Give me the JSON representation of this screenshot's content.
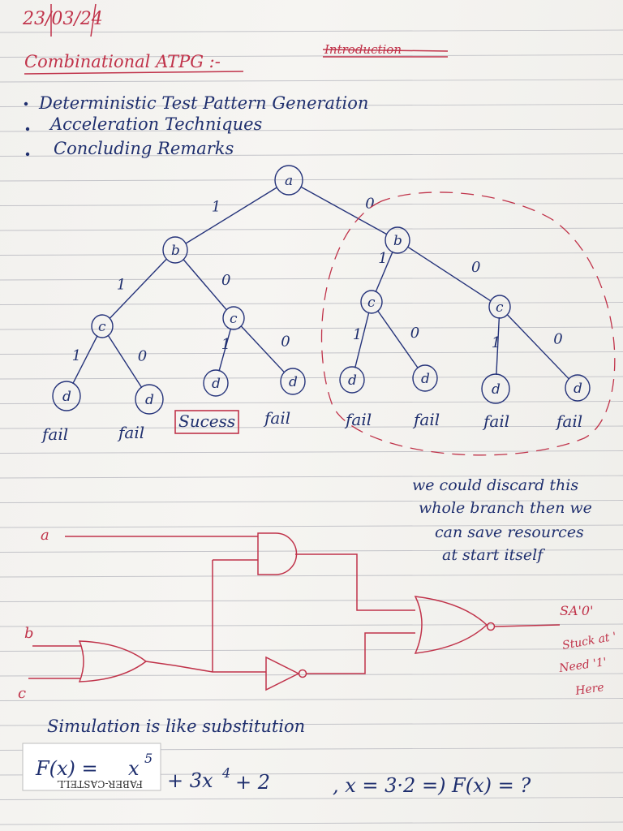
{
  "page": {
    "date": "23/03/24",
    "title": "Combinational ATPG :-",
    "struck_word": "Introduction",
    "bullets": [
      "Deterministic Test Pattern Generation",
      "Acceleration Techniques",
      "Concluding Remarks"
    ]
  },
  "tree": {
    "nodes": [
      "a",
      "b",
      "b",
      "c",
      "c",
      "c",
      "c",
      "d",
      "d",
      "d",
      "d",
      "d",
      "d",
      "d",
      "d"
    ],
    "edge_labels": [
      "1",
      "0",
      "1",
      "0",
      "1",
      "0",
      "1",
      "0",
      "1",
      "0",
      "1",
      "0",
      "1",
      "0"
    ],
    "outcomes": [
      "fail",
      "fail",
      "Sucess",
      "fail",
      "fail",
      "fail",
      "fail",
      "fail"
    ],
    "note_lines": [
      "we could discard this",
      "whole branch then we",
      "can save resources",
      "at start itself"
    ]
  },
  "circuit": {
    "inputs": [
      "a",
      "b",
      "c"
    ],
    "fault_notes": [
      "SA'0'",
      "Stuck at '",
      "Need '1'",
      "Here"
    ]
  },
  "simulation": {
    "heading": "Simulation is like substitution",
    "expr_left": "F(x) =",
    "expr_x": "x",
    "expr_exp": "5",
    "expr_rest": "+ 3x",
    "expr_exp2": "4",
    "expr_tail": "+ 2",
    "condition": ", x = 3·2 =) F(x) = ?",
    "pencil_brand": "FABER-CASTELL"
  },
  "colors": {
    "paper": "#f4f3f0",
    "rule_line": "#9b9ca8",
    "red_ink": "#c0334a",
    "blue_ink": "#25337a"
  }
}
